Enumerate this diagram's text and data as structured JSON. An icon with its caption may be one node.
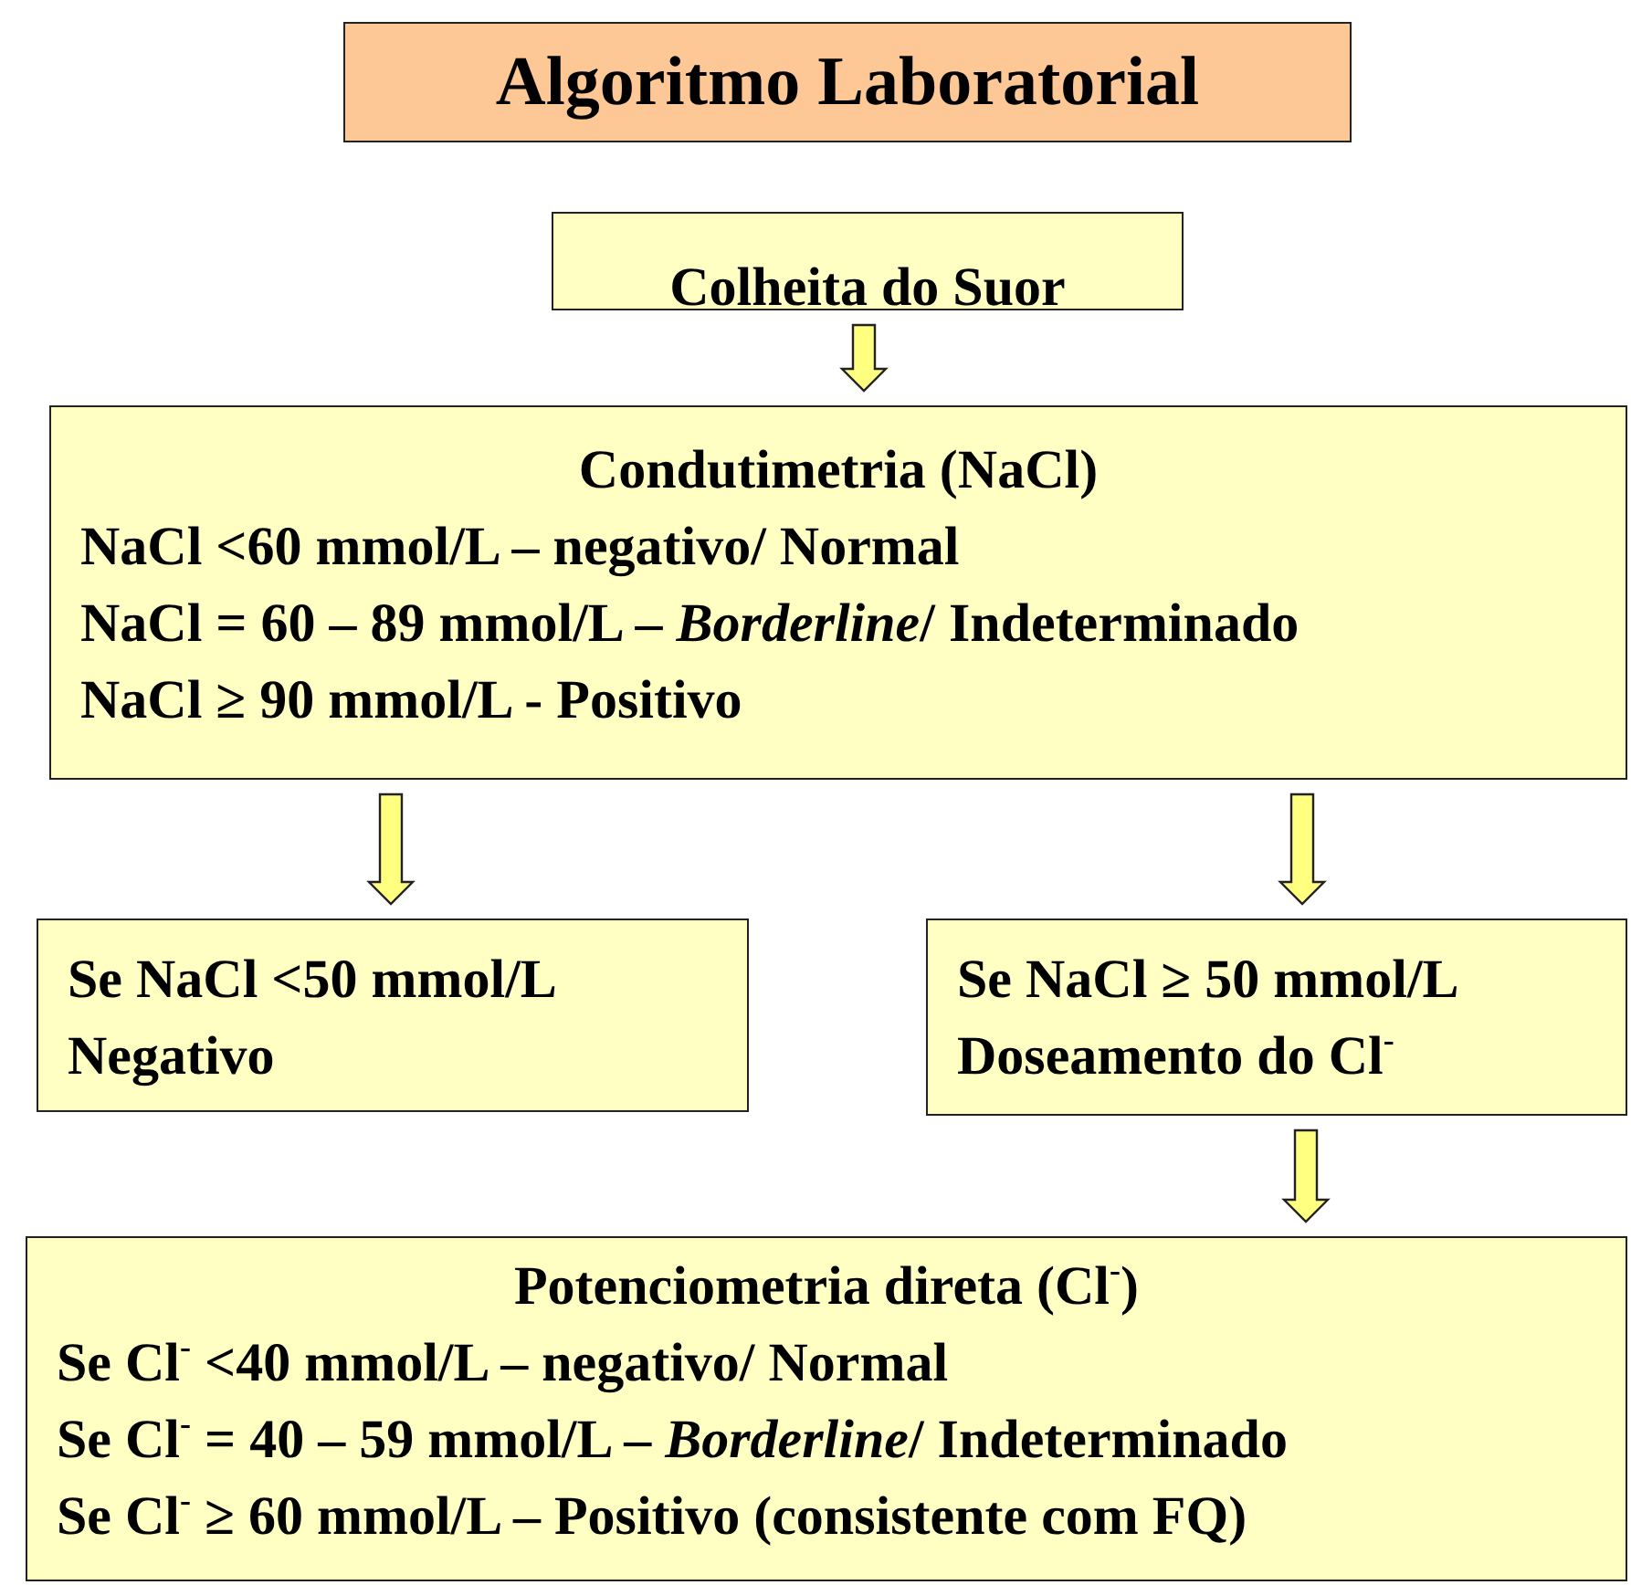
{
  "diagram": {
    "title": "Algoritmo Laboratorial",
    "nodes": [
      {
        "text": [
          "Colheita do Suor"
        ]
      },
      {
        "text": [
          "Condutimetria (NaCl)",
          "NaCl <60 mmol/L – negativo/ Normal",
          "NaCl = 60 – 89 mmol/L – *Borderline*/ Indeterminado",
          "NaCl ≥ 90 mmol/L - Positivo"
        ]
      },
      {
        "text": [
          "Se NaCl <50 mmol/L",
          "Negativo"
        ]
      },
      {
        "text": [
          "Se NaCl ≥ 50 mmol/L",
          "Doseamento do Cl$^{-}$"
        ]
      },
      {
        "text": [
          "Potenciometria direta (Cl$^{-}$)",
          "Se Cl$^{-}$ <40 mmol/L – negativo/ Normal",
          "Se Cl$^{-}$ = 40 – 59 mmol/L – *Borderline*/ Indeterminado",
          "Se Cl$^{-}$ ≥ 60 mmol/L – Positivo (consistente com FQ)"
        ]
      }
    ],
    "edges": [
      {
        "from": 0,
        "to": 1,
        "arrow": "to"
      },
      {
        "from": 1,
        "to": 2,
        "arrow": "to"
      },
      {
        "from": 1,
        "to": 3,
        "arrow": "to"
      },
      {
        "from": 3,
        "to": 4,
        "arrow": "to"
      }
    ]
  }
}
